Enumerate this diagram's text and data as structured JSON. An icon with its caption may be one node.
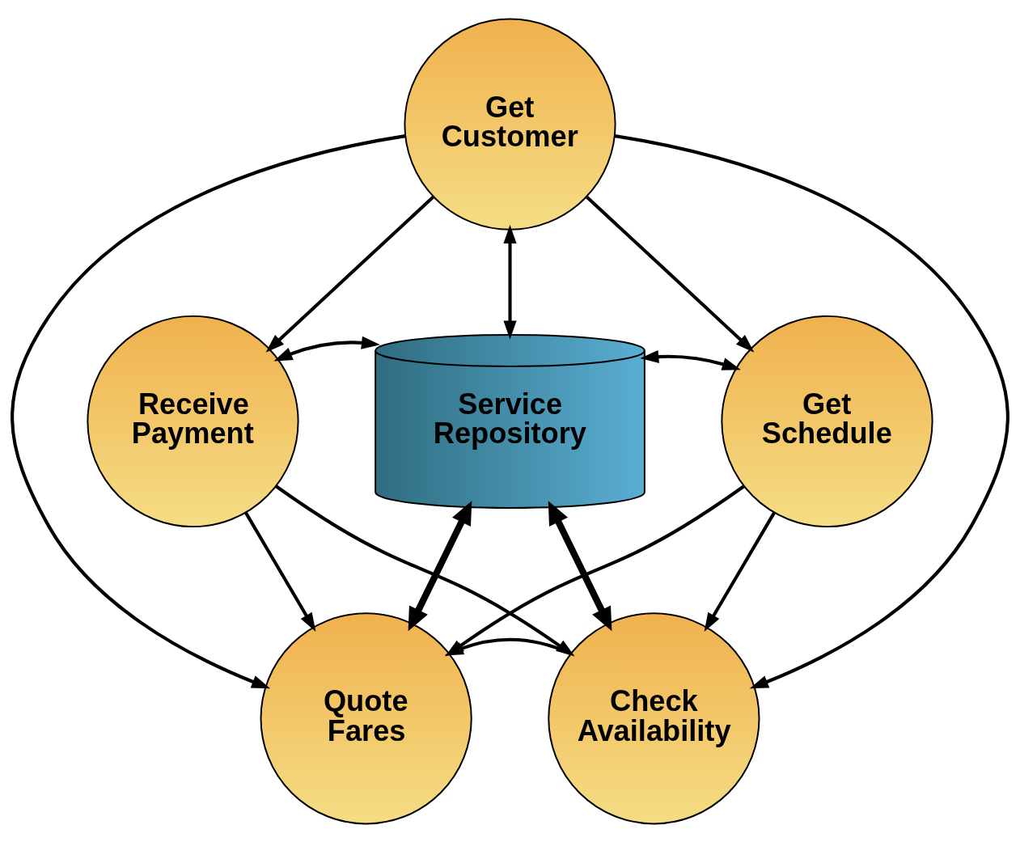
{
  "diagram": {
    "nodes": [
      {
        "text": [
          "Get Customer"
        ]
      },
      {
        "text": [
          "Receive Payment"
        ]
      },
      {
        "text": [
          "Service Repository"
        ]
      },
      {
        "text": [
          "Get Schedule"
        ]
      },
      {
        "text": [
          "Quote Fares"
        ]
      },
      {
        "text": [
          "Check Availability"
        ]
      }
    ],
    "edges": [
      {
        "from": 0,
        "to": 1,
        "arrow": "to"
      },
      {
        "from": 0,
        "to": 3,
        "arrow": "to"
      },
      {
        "from": 0,
        "to": 2,
        "arrow": "both"
      },
      {
        "from": 0,
        "to": 4,
        "arrow": "to"
      },
      {
        "from": 0,
        "to": 5,
        "arrow": "to"
      },
      {
        "from": 1,
        "to": 2,
        "arrow": "both"
      },
      {
        "from": 3,
        "to": 2,
        "arrow": "both"
      },
      {
        "from": 2,
        "to": 4,
        "arrow": "both",
        "style": "thick"
      },
      {
        "from": 2,
        "to": 5,
        "arrow": "both",
        "style": "thick"
      },
      {
        "from": 1,
        "to": 4,
        "arrow": "to"
      },
      {
        "from": 1,
        "to": 5,
        "arrow": "to"
      },
      {
        "from": 3,
        "to": 4,
        "arrow": "to"
      },
      {
        "from": 3,
        "to": 5,
        "arrow": "to"
      },
      {
        "from": 5,
        "to": 4,
        "arrow": "to"
      }
    ]
  }
}
